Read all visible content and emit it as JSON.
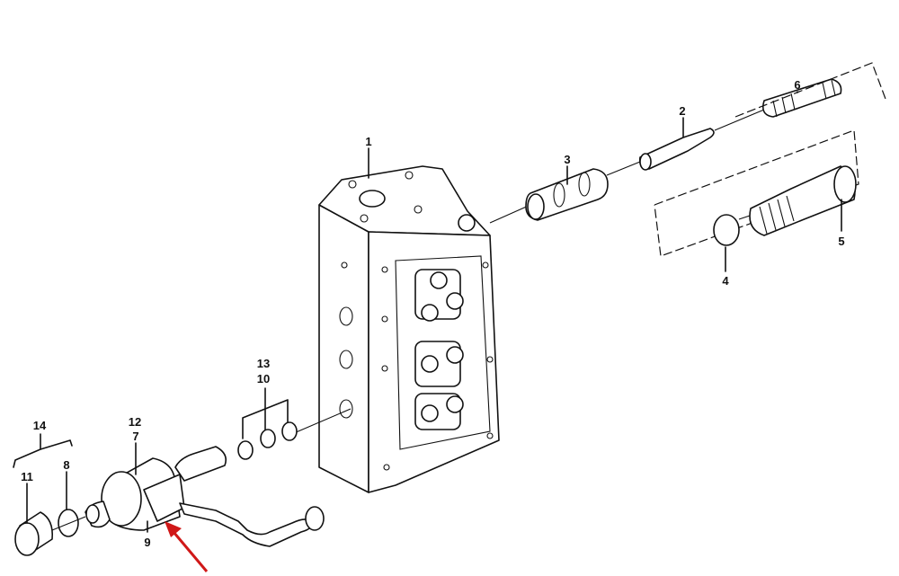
{
  "diagram": {
    "type": "exploded parts diagram",
    "callouts": [
      {
        "id": "1",
        "label": "1"
      },
      {
        "id": "2",
        "label": "2"
      },
      {
        "id": "3",
        "label": "3"
      },
      {
        "id": "4",
        "label": "4"
      },
      {
        "id": "5",
        "label": "5"
      },
      {
        "id": "6",
        "label": "6"
      },
      {
        "id": "7",
        "label": "7"
      },
      {
        "id": "8",
        "label": "8"
      },
      {
        "id": "9",
        "label": "9"
      },
      {
        "id": "10",
        "label": "10"
      },
      {
        "id": "11",
        "label": "11"
      },
      {
        "id": "12",
        "label": "12"
      },
      {
        "id": "13",
        "label": "13"
      },
      {
        "id": "14",
        "label": "14"
      }
    ],
    "highlight_arrow_color": "#d01818"
  }
}
